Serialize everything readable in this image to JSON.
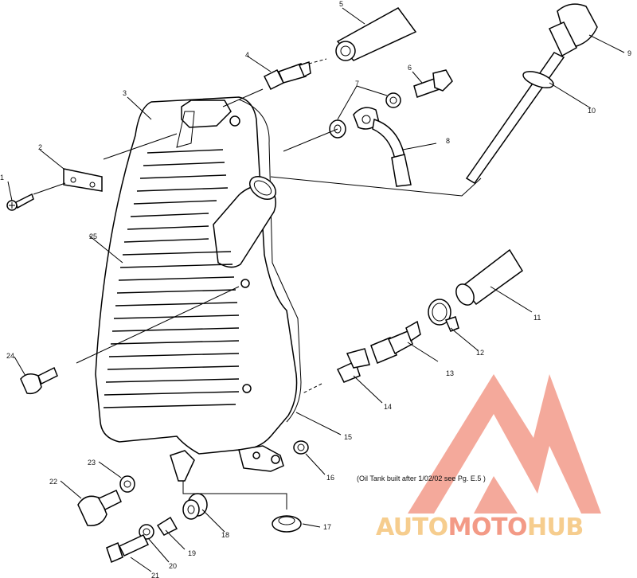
{
  "callouts": [
    {
      "id": "c1",
      "text": "1"
    },
    {
      "id": "c2",
      "text": "2"
    },
    {
      "id": "c3",
      "text": "3"
    },
    {
      "id": "c4",
      "text": "4"
    },
    {
      "id": "c5",
      "text": "5"
    },
    {
      "id": "c6",
      "text": "6"
    },
    {
      "id": "c7",
      "text": "7"
    },
    {
      "id": "c8",
      "text": "8"
    },
    {
      "id": "c9",
      "text": "9"
    },
    {
      "id": "c10",
      "text": "10"
    },
    {
      "id": "c11",
      "text": "11"
    },
    {
      "id": "c12",
      "text": "12"
    },
    {
      "id": "c13",
      "text": "13"
    },
    {
      "id": "c14",
      "text": "14"
    },
    {
      "id": "c15",
      "text": "15"
    },
    {
      "id": "c16",
      "text": "16"
    },
    {
      "id": "c17",
      "text": "17"
    },
    {
      "id": "c18",
      "text": "18"
    },
    {
      "id": "c19",
      "text": "19"
    },
    {
      "id": "c20",
      "text": "20"
    },
    {
      "id": "c21",
      "text": "21"
    },
    {
      "id": "c22",
      "text": "22"
    },
    {
      "id": "c23",
      "text": "23"
    },
    {
      "id": "c24",
      "text": "24"
    },
    {
      "id": "c25",
      "text": "25"
    }
  ],
  "note": "(Oil Tank built after 1/02/02 see Pg. E.5 )",
  "watermark": {
    "part1": "AUTO",
    "part2": "MOTO",
    "part3": "HUB",
    "color_primary": "#f0a48c",
    "color_secondary": "#f7d29a"
  }
}
